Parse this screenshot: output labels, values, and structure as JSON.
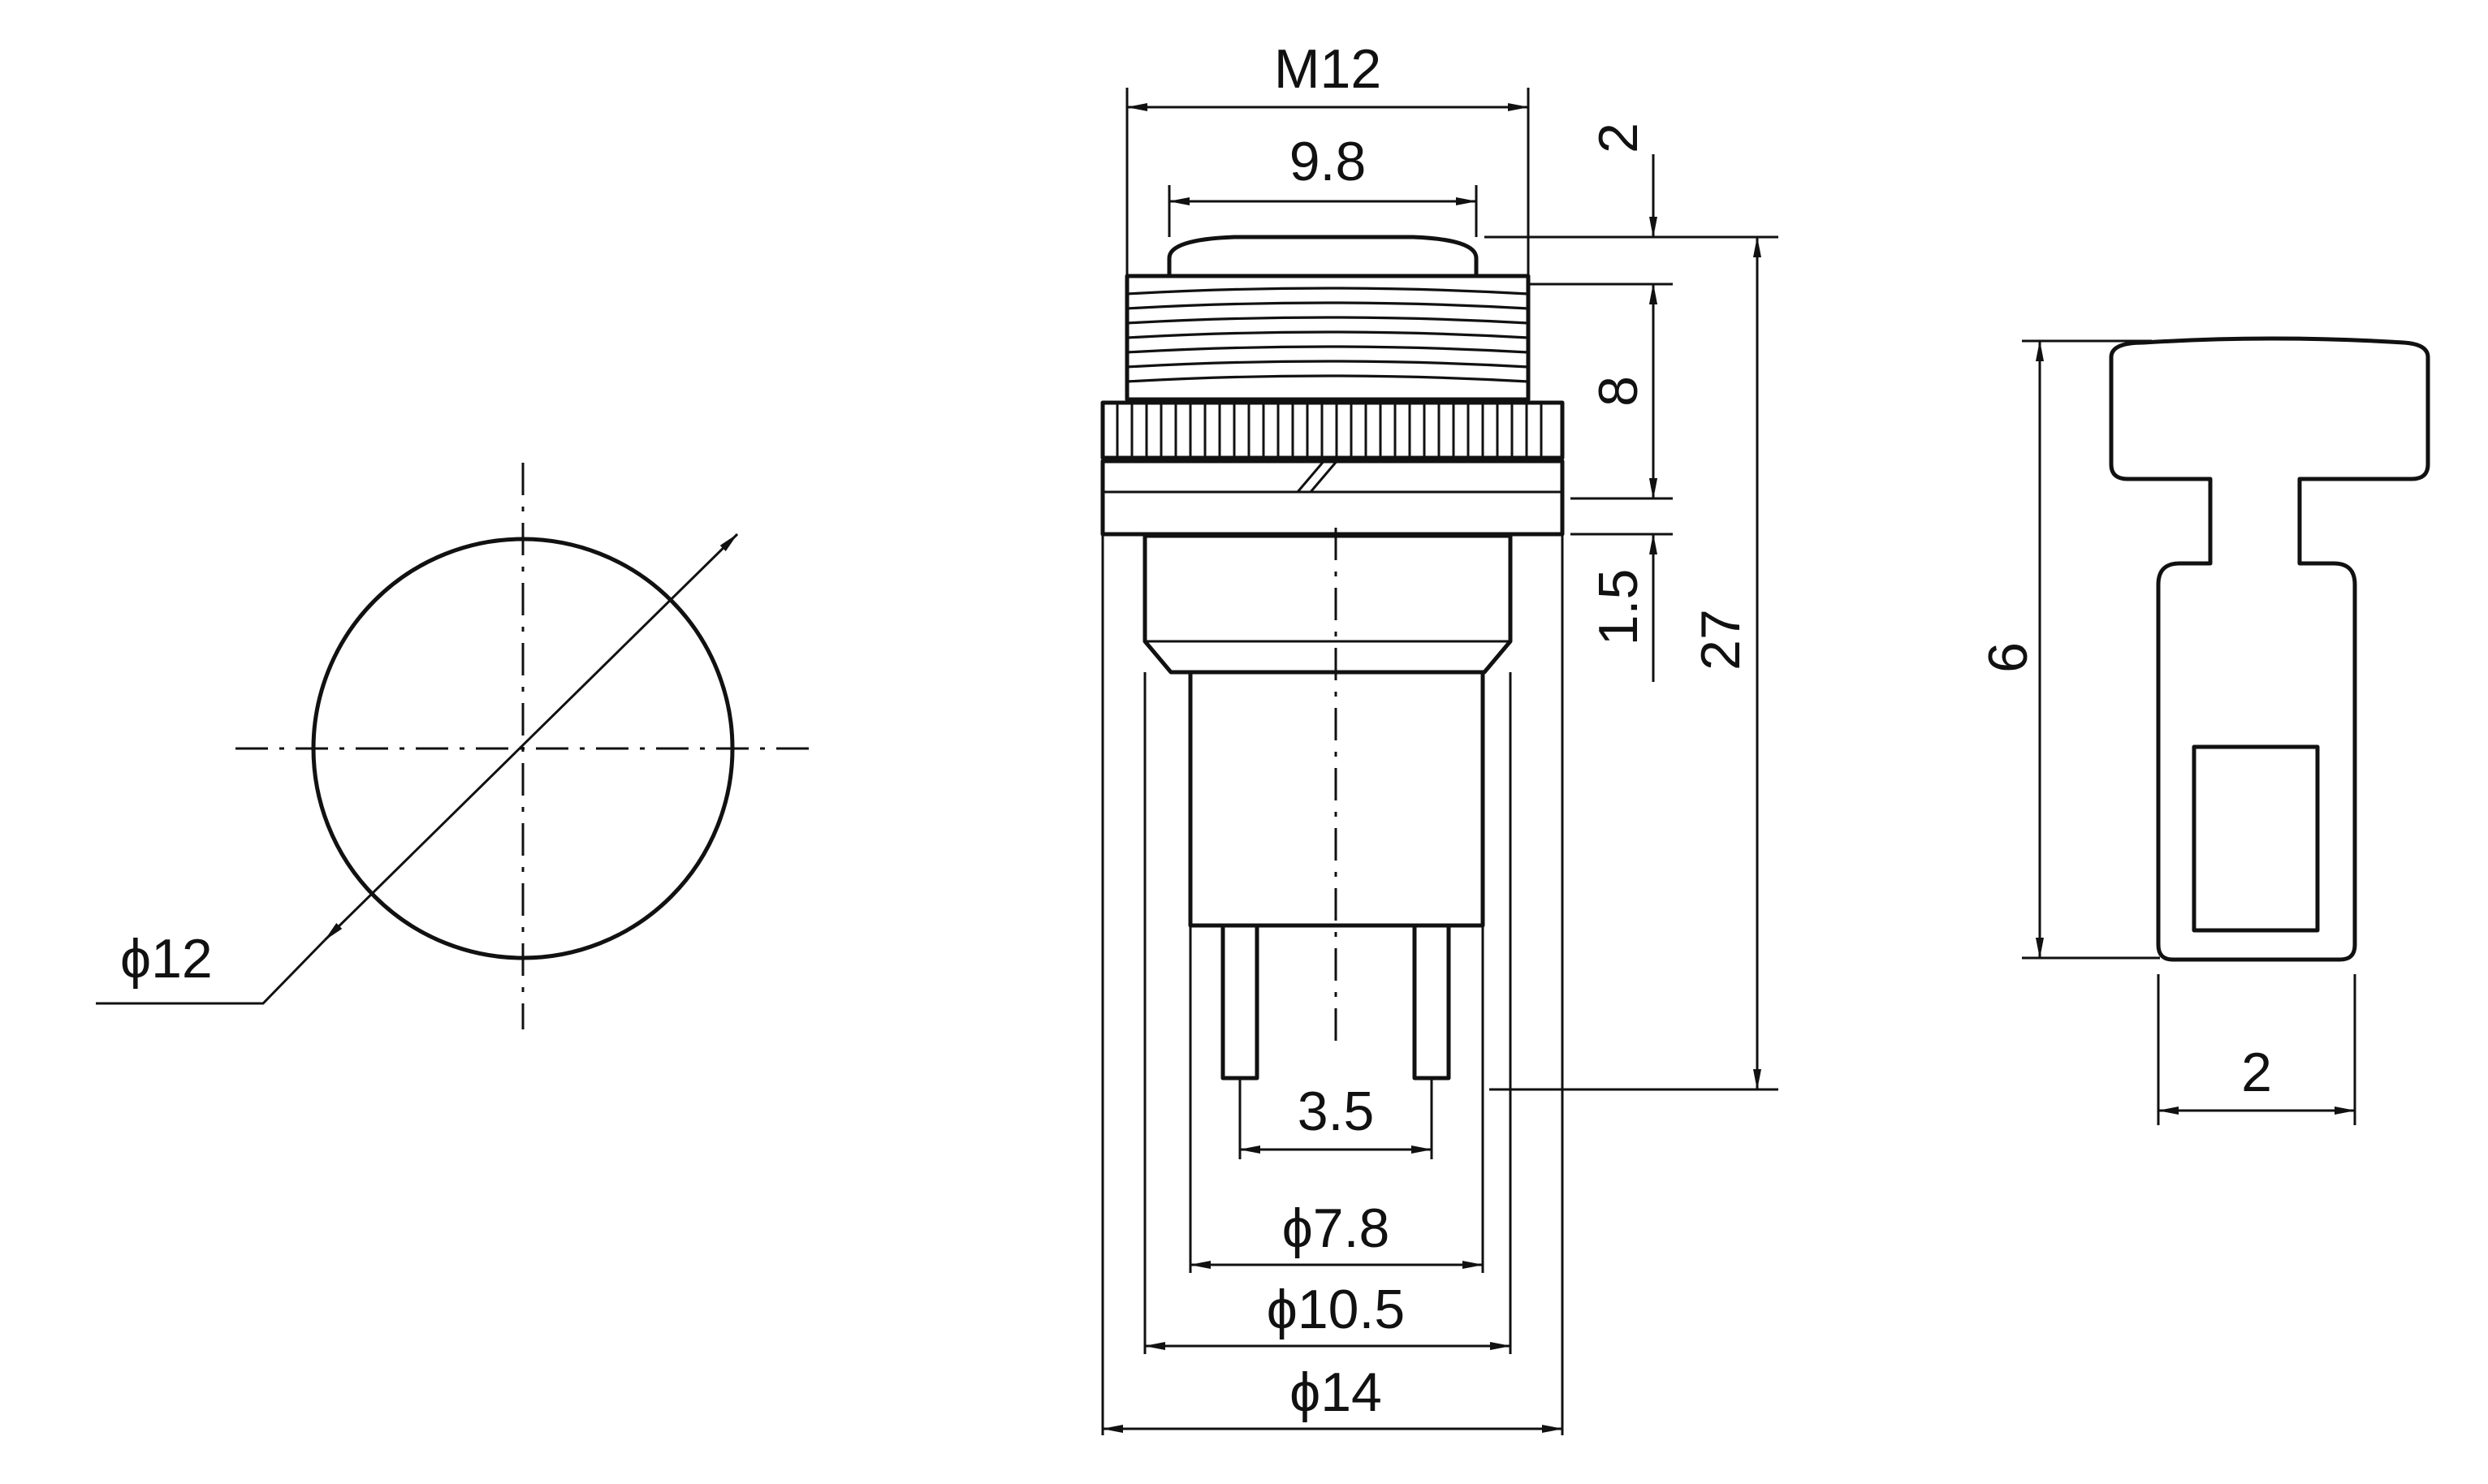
{
  "dimensions": {
    "front_diameter": "ϕ12",
    "thread": "M12",
    "cap_width": "9.8",
    "cap_height": "2",
    "thread_length": "8",
    "flange": "1.5",
    "total_height": "27",
    "pin_spacing": "3.5",
    "body_diameter_small": "ϕ7.8",
    "body_diameter_mid": "ϕ10.5",
    "nut_diameter": "ϕ14",
    "terminal_length": "6",
    "terminal_width": "2"
  }
}
